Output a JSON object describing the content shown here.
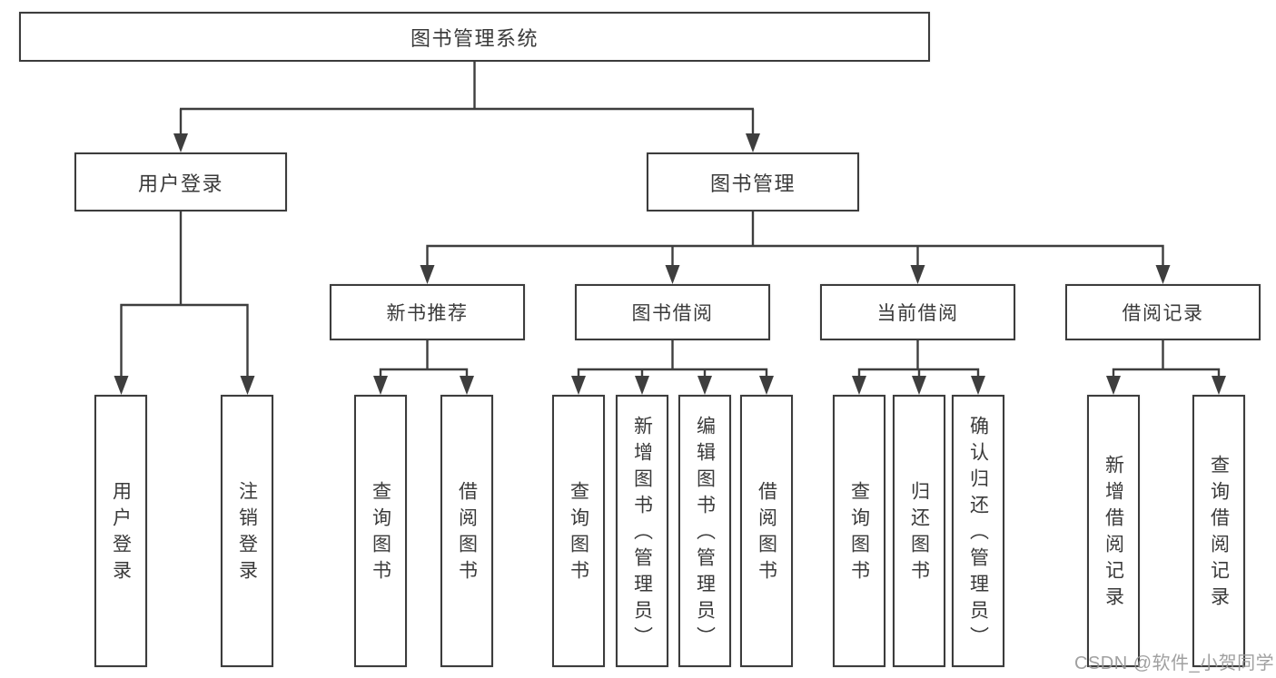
{
  "watermark": {
    "text": "CSDN @软件_小贺同学",
    "color": "#969696"
  },
  "colors": {
    "line": "#3e3e3e",
    "box_border": "#3c3c3c",
    "text": "#3a3a3a",
    "background": "#ffffff",
    "watermark": "#969696"
  },
  "diagram_type": "hierarchy-tree",
  "tree": {
    "root": {
      "label": "图书管理系统",
      "children": [
        {
          "label": "用户登录",
          "children": [
            {
              "label": "用户登录"
            },
            {
              "label": "注销登录"
            }
          ]
        },
        {
          "label": "图书管理",
          "children": [
            {
              "label": "新书推荐",
              "children": [
                {
                  "label": "查询图书"
                },
                {
                  "label": "借阅图书"
                }
              ]
            },
            {
              "label": "图书借阅",
              "children": [
                {
                  "label": "查询图书"
                },
                {
                  "label": "新增图书（管理员）"
                },
                {
                  "label": "编辑图书（管理员）"
                },
                {
                  "label": "借阅图书"
                }
              ]
            },
            {
              "label": "当前借阅",
              "children": [
                {
                  "label": "查询图书"
                },
                {
                  "label": "归还图书"
                },
                {
                  "label": "确认归还（管理员）"
                }
              ]
            },
            {
              "label": "借阅记录",
              "children": [
                {
                  "label": "新增借阅记录"
                },
                {
                  "label": "查询借阅记录"
                }
              ]
            }
          ]
        }
      ]
    }
  }
}
